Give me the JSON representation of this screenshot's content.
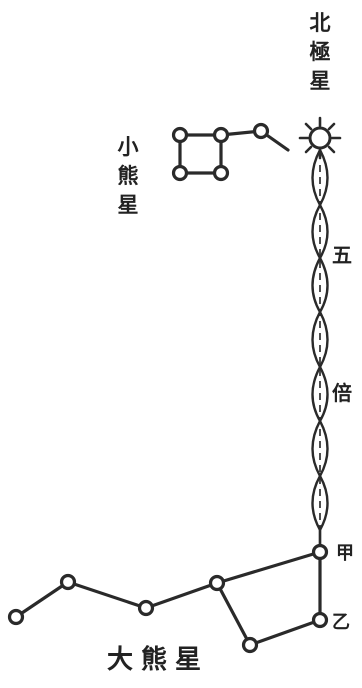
{
  "labels": {
    "polaris": [
      "北",
      "極",
      "星"
    ],
    "little_dipper": [
      "小",
      "熊",
      "星"
    ],
    "big_dipper": "大熊星",
    "five": "五",
    "times": "倍",
    "pointer_a": "甲",
    "pointer_b": "乙"
  },
  "icons": {
    "polaris": "radiant-star-icon",
    "star": "open-circle-star-icon"
  },
  "colors": {
    "ink": "#2a2a2a",
    "paper": "#ffffff"
  }
}
